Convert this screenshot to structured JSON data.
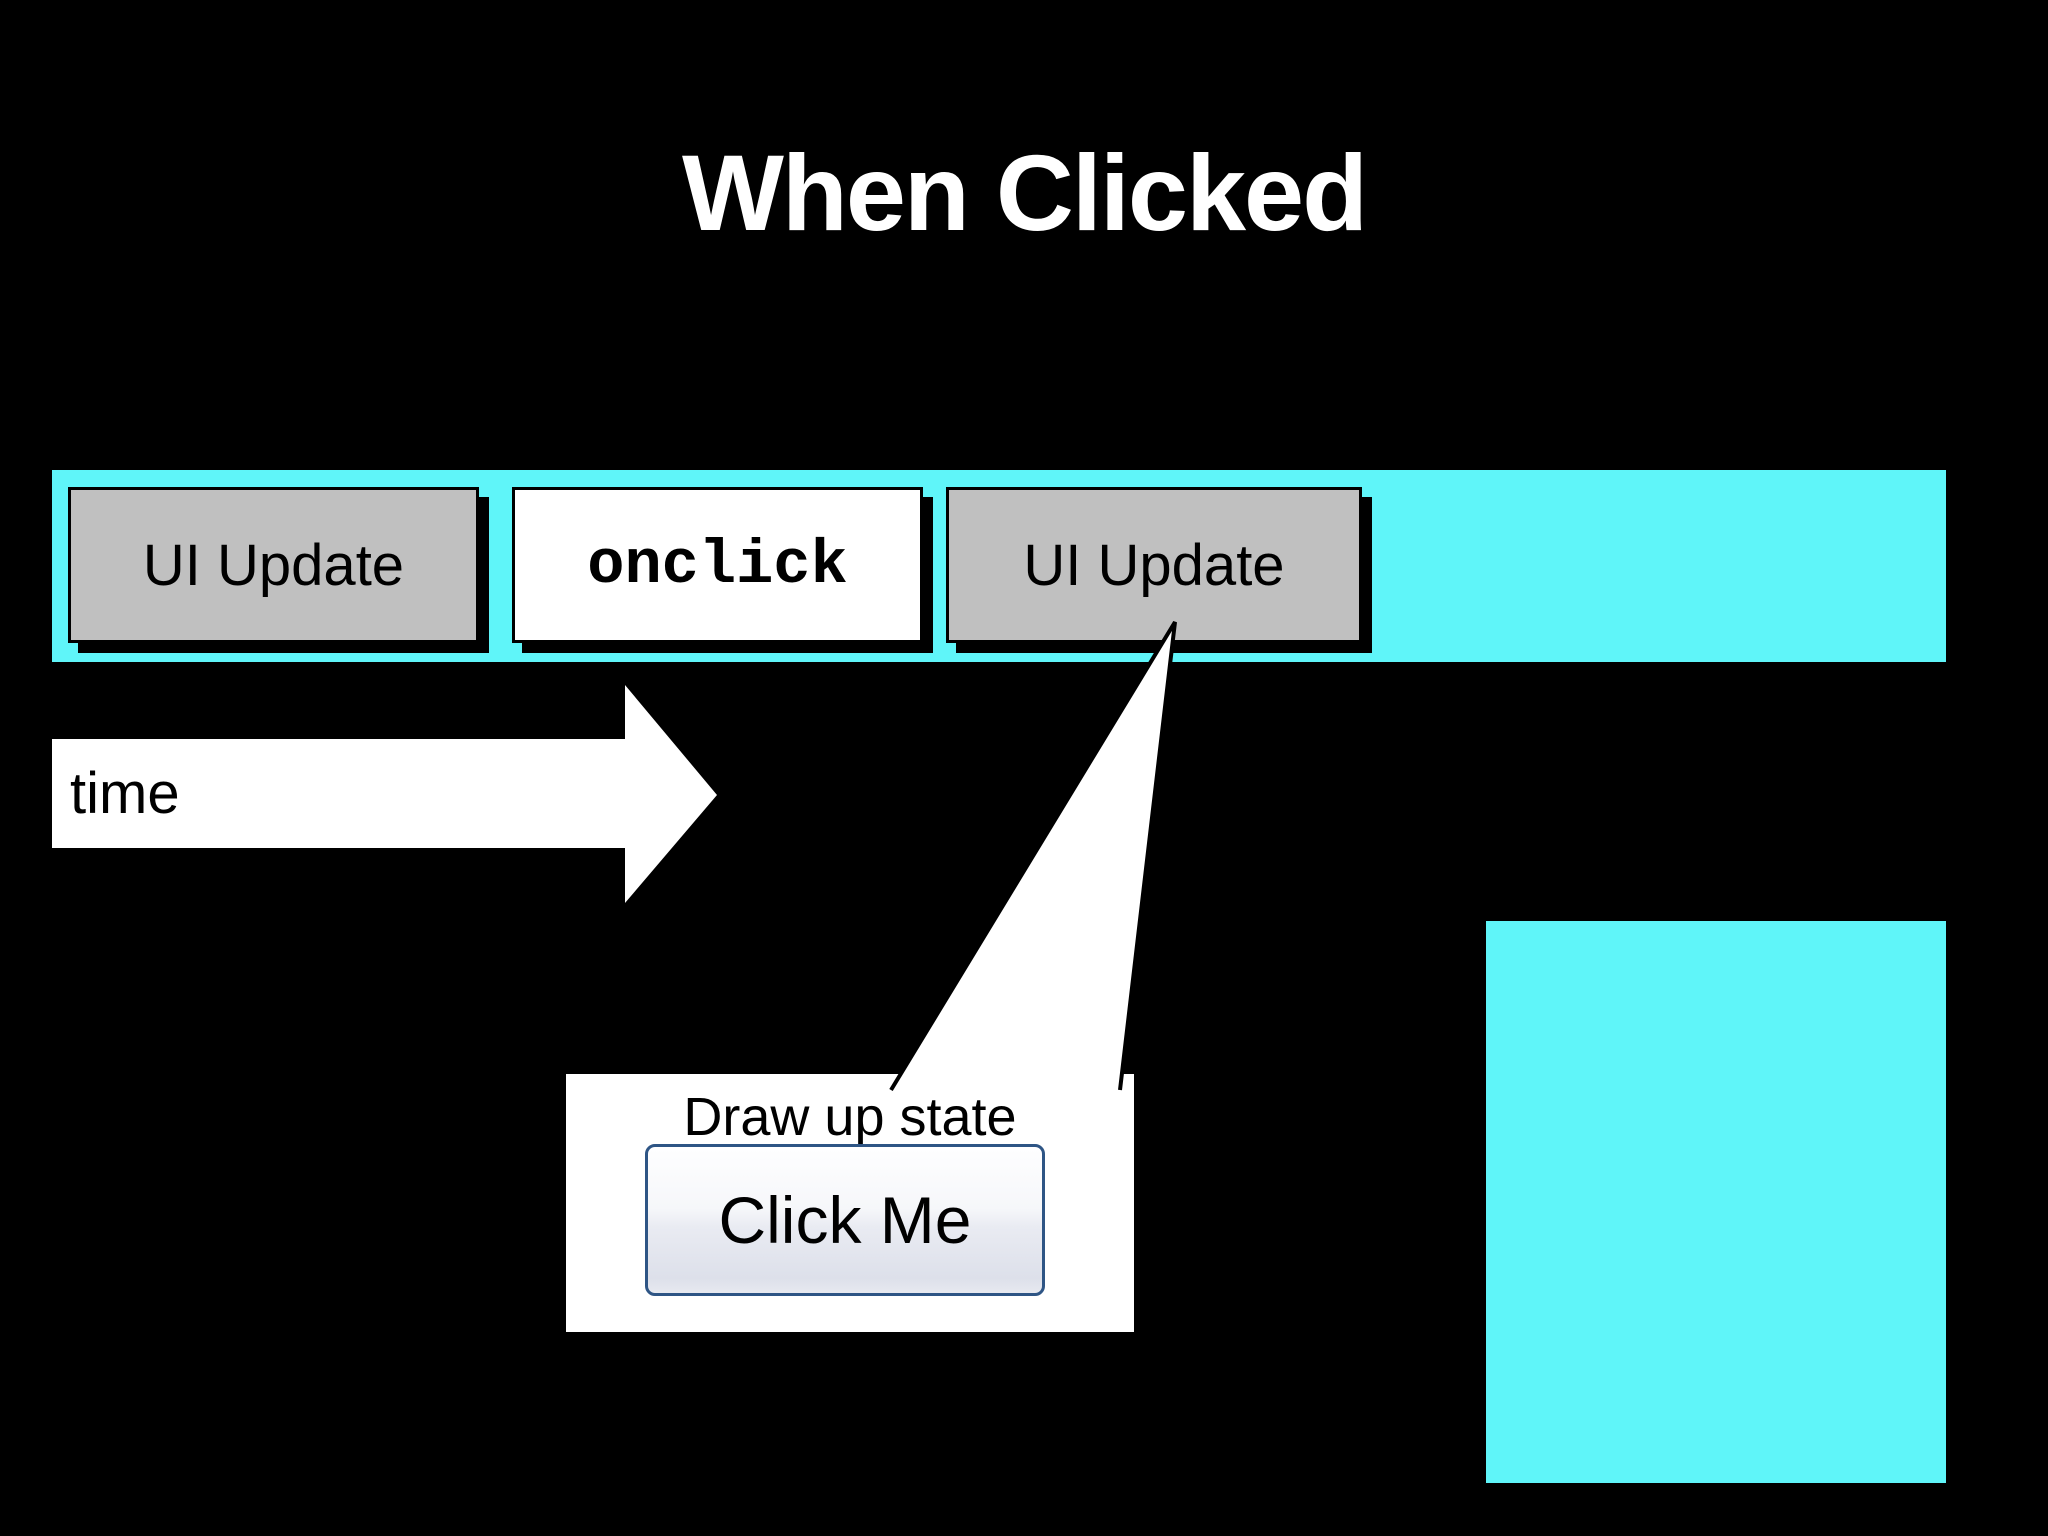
{
  "slide": {
    "title": "When Clicked"
  },
  "colors": {
    "background": "#000000",
    "accent_cyan": "#5FF5F9",
    "block_gray": "#C0C0C0",
    "block_white": "#FFFFFF",
    "shadow": "#000000",
    "button_border": "#2E5585",
    "text_dark": "#000000",
    "text_light": "#FFFFFF"
  },
  "timeline": {
    "blocks": [
      {
        "label": "UI Update",
        "style": "gray"
      },
      {
        "label": "onclick",
        "style": "white-mono"
      },
      {
        "label": "UI Update",
        "style": "gray"
      }
    ]
  },
  "time_axis": {
    "label": "time"
  },
  "callout": {
    "caption": "Draw up state",
    "button_label": "Click Me"
  }
}
